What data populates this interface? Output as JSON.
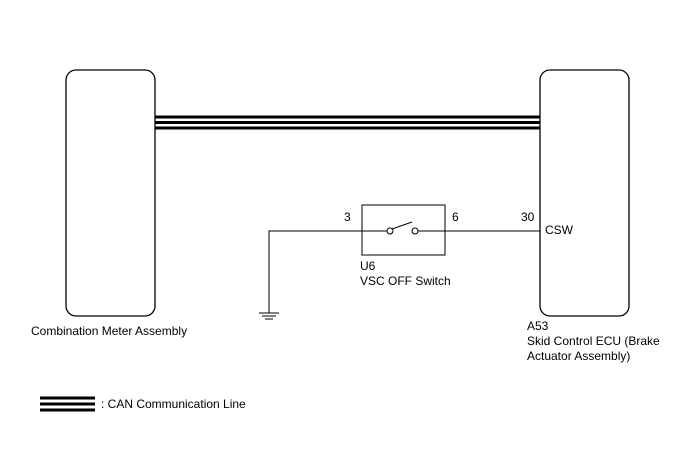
{
  "combination_meter": {
    "name": "Combination Meter Assembly"
  },
  "skid_control_ecu": {
    "code": "A53",
    "name_line1": "Skid Control ECU (Brake",
    "name_line2": "Actuator Assembly)",
    "terminal_pin": "30",
    "terminal_name": "CSW"
  },
  "vsc_off_switch": {
    "code": "U6",
    "name": "VSC OFF Switch",
    "pin_left": "3",
    "pin_right": "6"
  },
  "legend": {
    "can_line_label": ": CAN Communication Line"
  },
  "colors": {
    "line": "#000000",
    "background": "#ffffff"
  }
}
